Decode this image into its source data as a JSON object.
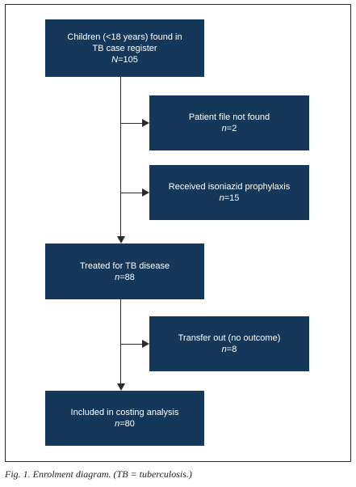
{
  "boxes": {
    "children": {
      "line1": "Children (<18 years) found in",
      "line2": "TB case register",
      "n_symbol": "N",
      "n_value": "=105"
    },
    "file_not_found": {
      "line1": "Patient file not found",
      "n_symbol": "n",
      "n_value": "=2"
    },
    "isoniazid": {
      "line1": "Received isoniazid prophylaxis",
      "n_symbol": "n",
      "n_value": "=15"
    },
    "treated": {
      "line1": "Treated for TB disease",
      "n_symbol": "n",
      "n_value": "=88"
    },
    "transfer_out": {
      "line1": "Transfer out (no outcome)",
      "n_symbol": "n",
      "n_value": "=8"
    },
    "included": {
      "line1": "Included in costing analysis",
      "n_symbol": "n",
      "n_value": "=80"
    }
  },
  "caption": "Fig. 1. Enrolment diagram. (TB = tuberculosis.)",
  "colors": {
    "box_fill": "#15375a",
    "box_text": "#ffffff",
    "connector": "#2b2b2b"
  }
}
